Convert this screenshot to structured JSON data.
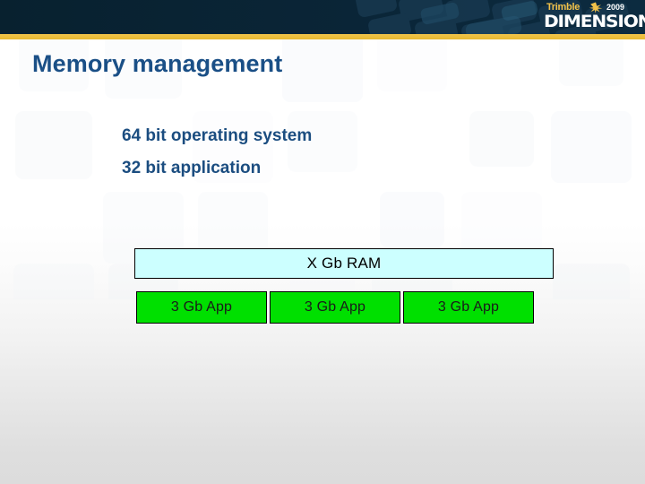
{
  "slide": {
    "title": "Memory management",
    "bullets": [
      "64 bit operating system",
      "32 bit application"
    ]
  },
  "brand": {
    "company": "Trimble",
    "event": "DIMENSIONS",
    "year": "2009",
    "star_icon": "star-burst-icon"
  },
  "diagram": {
    "ram_bar": {
      "label": "X Gb RAM",
      "fill_color": "#ccffff",
      "border_color": "#000000"
    },
    "apps": [
      {
        "label": "3 Gb App"
      },
      {
        "label": "3 Gb App"
      },
      {
        "label": "3 Gb App"
      }
    ],
    "app_fill_color": "#00e000",
    "app_border_color": "#000000"
  },
  "colors": {
    "header_navy": "#08212f",
    "accent_gold": "#ecbf40",
    "title_blue": "#1a4f86",
    "body_blue": "#1b4d80",
    "background_top": "#ffffff",
    "background_bottom": "#dcdcdc"
  }
}
